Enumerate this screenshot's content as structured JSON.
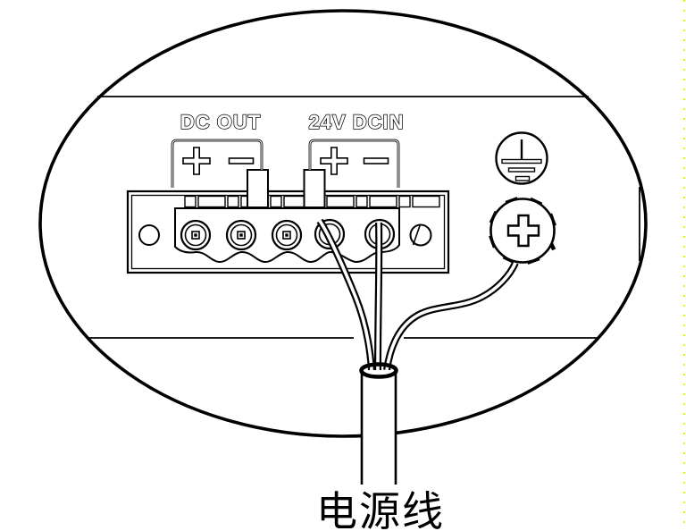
{
  "diagram": {
    "labels": {
      "dc_out": "DC OUT",
      "dc_in": "24V DCIN",
      "power_cable": "电源线"
    },
    "polarity_markers": {
      "dc_out": [
        "+",
        "−"
      ],
      "dc_in": [
        "+",
        "−"
      ]
    },
    "icons": [
      "earth-ground-icon",
      "phillips-screw-icon",
      "terminal-screw-icon",
      "magnifier-ellipse",
      "power-cable"
    ],
    "terminal_count": 5,
    "wire_count": 3,
    "colors": {
      "ink": "#000000",
      "background": "#ffffff",
      "page_edge_dots": "#f0f000"
    }
  }
}
